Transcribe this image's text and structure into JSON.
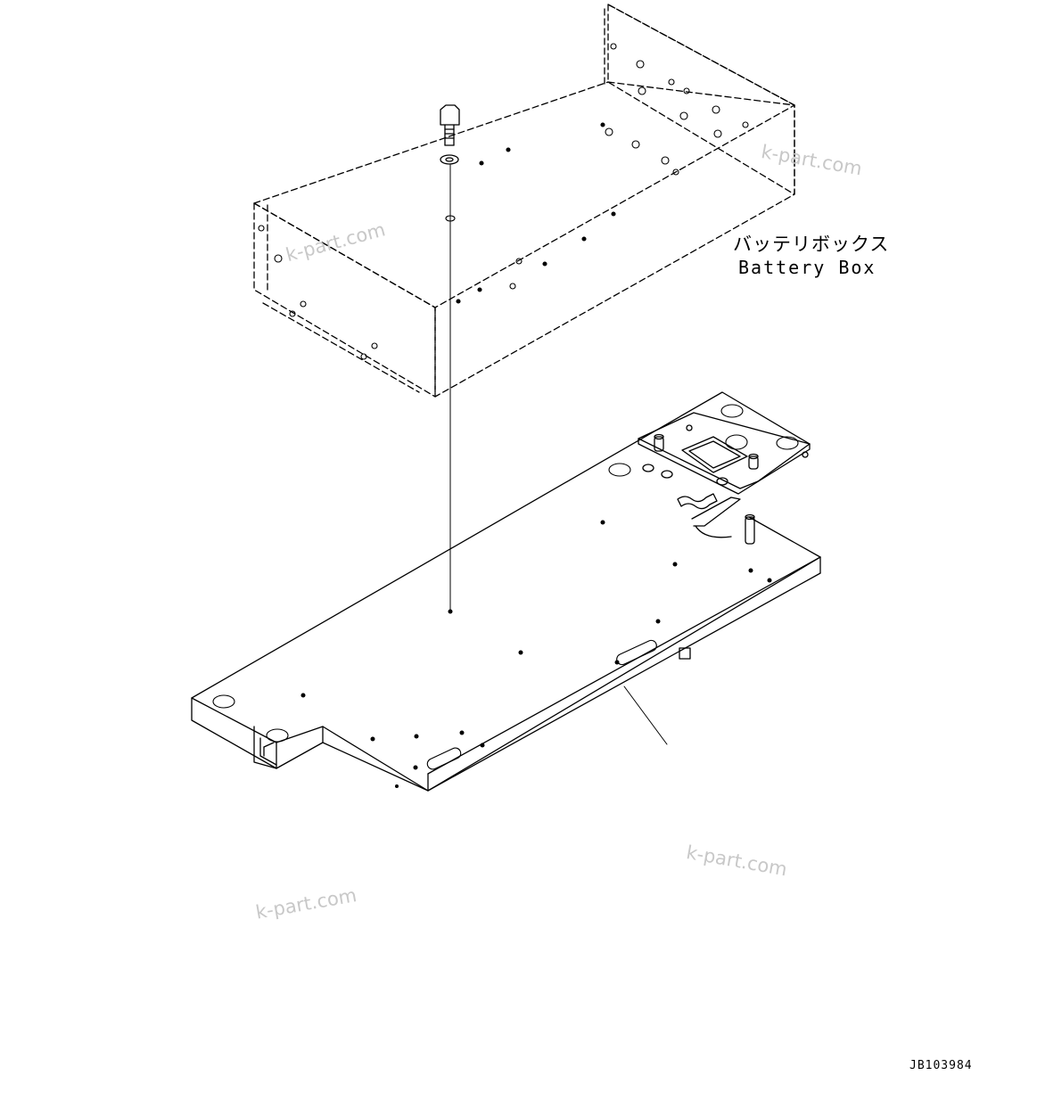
{
  "labels": {
    "battery_box_jp": "バッテリボックス",
    "battery_box_en": "Battery Box"
  },
  "drawing_code": "JB103984",
  "watermark": "k-part.com",
  "colors": {
    "line": "#000000",
    "watermark": "#c8c8c8",
    "background": "#ffffff"
  }
}
